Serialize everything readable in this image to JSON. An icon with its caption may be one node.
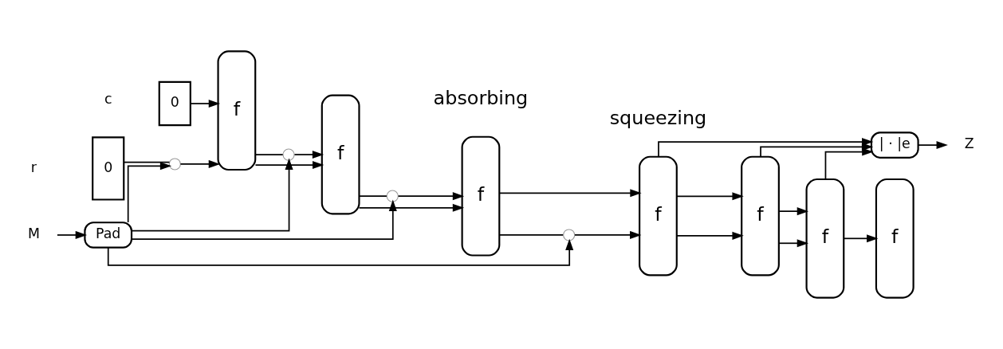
{
  "diagram": {
    "nodes": [
      {
        "text": [
          "M"
        ]
      },
      {
        "text": [
          "Pad"
        ]
      },
      {
        "text": [
          "Z"
        ]
      },
      {
        "text": [
          "| · |e"
        ]
      },
      {
        "text": [
          "0"
        ]
      },
      {
        "text": [
          "0"
        ]
      },
      {
        "text": [],
        "shape": "circle"
      },
      {
        "text": [
          "f"
        ]
      },
      {
        "text": [],
        "shape": "circle"
      },
      {
        "text": [
          "f"
        ]
      },
      {
        "text": [],
        "shape": "circle"
      },
      {
        "text": [
          "f"
        ]
      },
      {
        "text": [],
        "shape": "circle"
      },
      {
        "text": [
          "f"
        ]
      },
      {
        "text": [
          "f"
        ]
      },
      {
        "text": [
          "f"
        ]
      },
      {
        "text": [
          "f"
        ]
      }
    ],
    "edges": [
      {
        "from": 0,
        "to": 1,
        "arrow": "to"
      },
      {
        "from": 1,
        "to": 6,
        "arrow": "to"
      },
      {
        "from": 1,
        "to": 8,
        "arrow": "to"
      },
      {
        "from": 1,
        "to": 10,
        "arrow": "to"
      },
      {
        "from": 1,
        "to": 12,
        "arrow": "to"
      },
      {
        "from": 4,
        "to": 6,
        "arrow": "none"
      },
      {
        "from": 6,
        "to": 7,
        "arrow": "to"
      },
      {
        "from": 7,
        "to": 8,
        "arrow": "none"
      },
      {
        "from": 8,
        "to": 9,
        "arrow": "to"
      },
      {
        "from": 9,
        "to": 10,
        "arrow": "none"
      },
      {
        "from": 10,
        "to": 11,
        "arrow": "to"
      },
      {
        "from": 11,
        "to": 12,
        "arrow": "none"
      },
      {
        "from": 12,
        "to": 13,
        "arrow": "to"
      },
      {
        "from": 13,
        "to": 14,
        "arrow": "to"
      },
      {
        "from": 14,
        "to": 15,
        "arrow": "to"
      },
      {
        "from": 5,
        "to": 7,
        "arrow": "to"
      },
      {
        "from": 7,
        "to": 9,
        "arrow": "to"
      },
      {
        "from": 9,
        "to": 11,
        "arrow": "to"
      },
      {
        "from": 11,
        "to": 13,
        "arrow": "to"
      },
      {
        "from": 13,
        "to": 14,
        "arrow": "to"
      },
      {
        "from": 14,
        "to": 15,
        "arrow": "to"
      },
      {
        "from": 15,
        "to": 16,
        "arrow": "to"
      },
      {
        "from": 13,
        "to": 3,
        "arrow": "to"
      },
      {
        "from": 14,
        "to": 3,
        "arrow": "to"
      },
      {
        "from": 15,
        "to": 3,
        "arrow": "to"
      },
      {
        "from": 3,
        "to": 2,
        "arrow": "to"
      }
    ],
    "labels": [
      "r",
      "c",
      "absorbing",
      "squeezing"
    ]
  }
}
